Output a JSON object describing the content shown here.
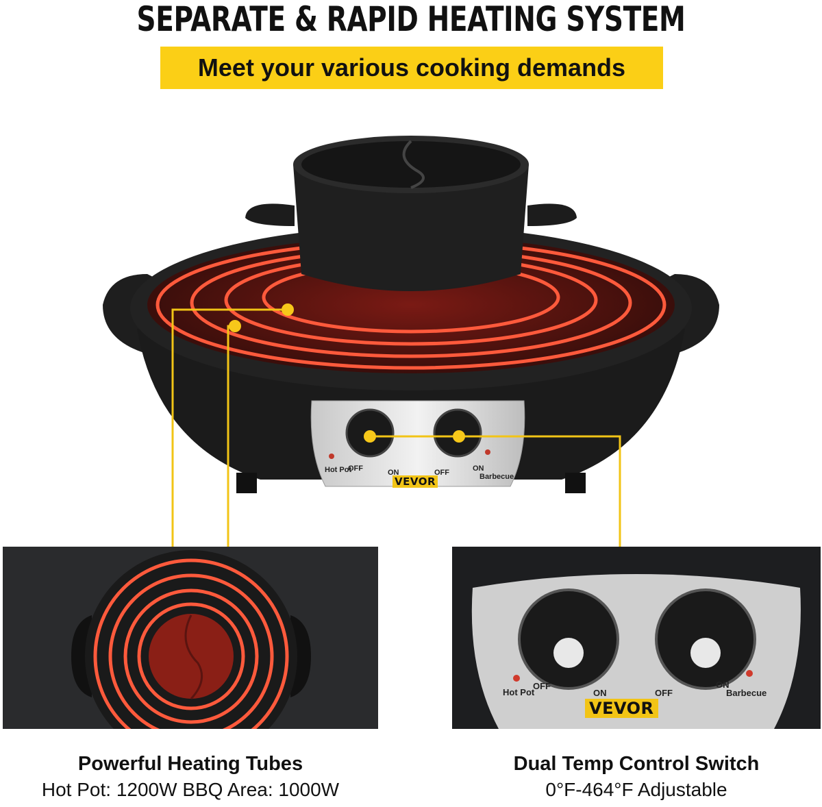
{
  "header": {
    "title": "SEPARATE & RAPID HEATING SYSTEM",
    "subtitle": "Meet your various cooking demands"
  },
  "appliance": {
    "brand": "VEVOR",
    "knob_left_label": "Hot Pot",
    "knob_right_label": "Barbecue",
    "off_label": "OFF",
    "on_label": "ON"
  },
  "left_feature": {
    "heading": "Powerful Heating Tubes",
    "detail": "Hot Pot: 1200W  BBQ Area: 1000W"
  },
  "right_feature": {
    "heading": "Dual Temp Control Switch",
    "detail": "0°F-464°F Adjustable"
  },
  "colors": {
    "accent_yellow": "#fbcf16",
    "glow_red": "#e8372a",
    "body_black": "#1a1a1a"
  }
}
